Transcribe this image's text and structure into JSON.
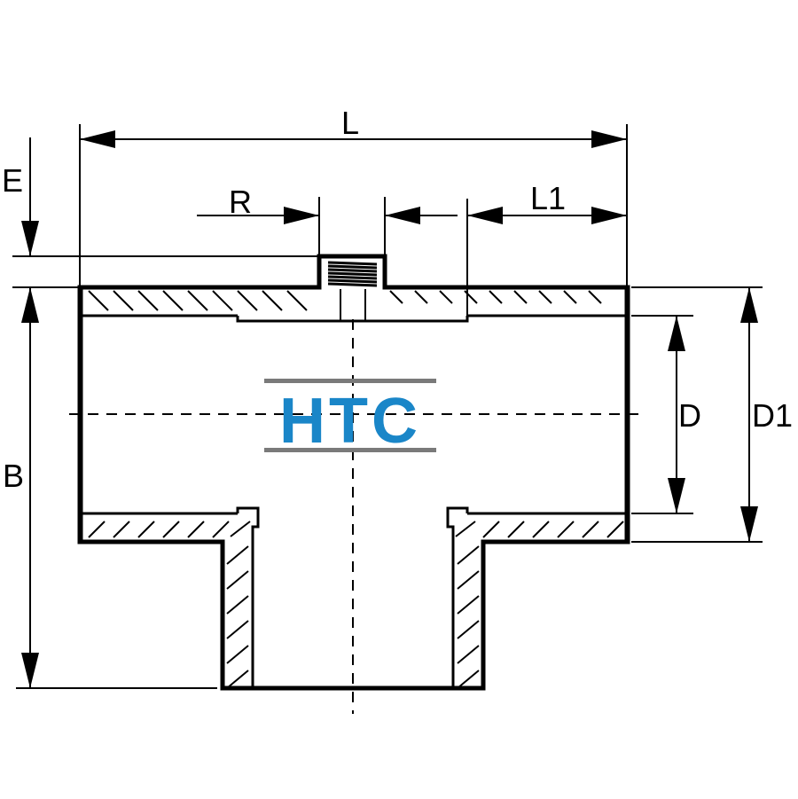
{
  "dimensions": {
    "L": "L",
    "L1": "L1",
    "R": "R",
    "E": "E",
    "B": "B",
    "D": "D",
    "D1": "D1"
  },
  "logo": {
    "text": "HTC",
    "text_color": "#1a86c8",
    "bar_color": "#7a7a7a"
  },
  "colors": {
    "line": "#000000",
    "background": "#ffffff"
  }
}
